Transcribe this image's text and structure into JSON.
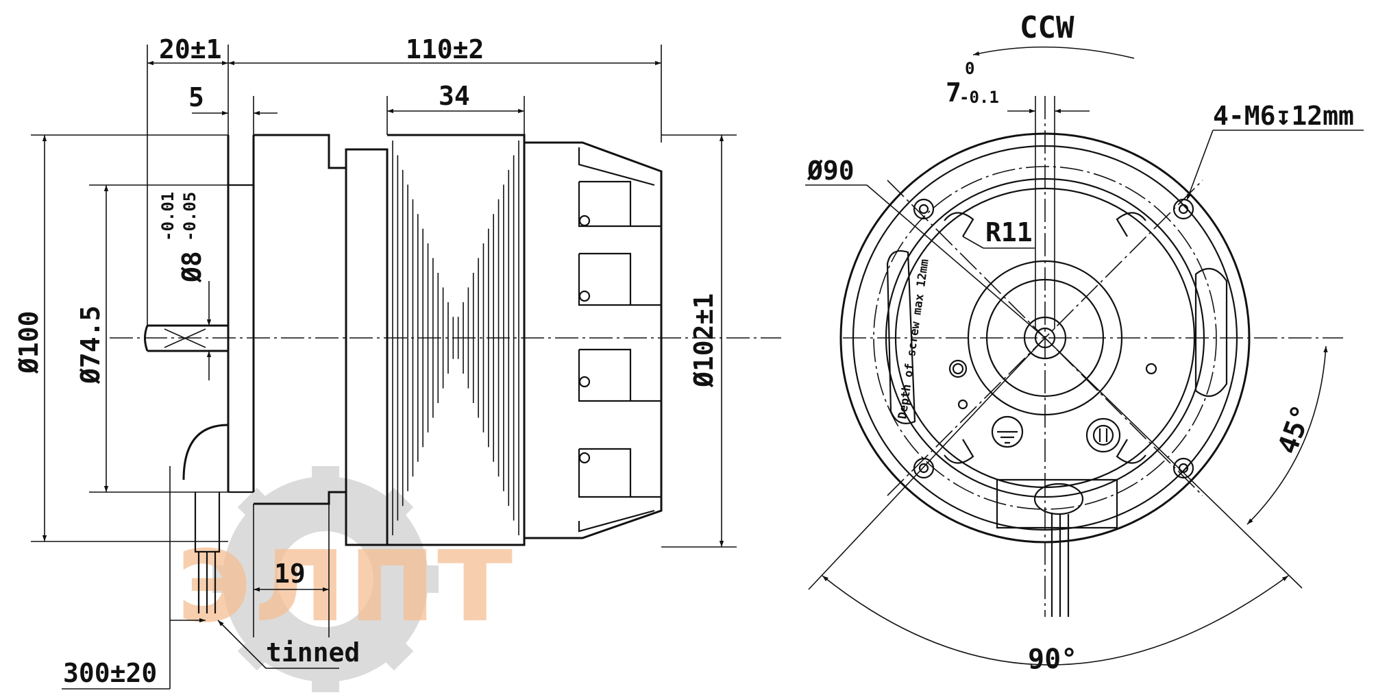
{
  "side_view": {
    "dims": {
      "shaft_len": "20±1",
      "overall_len": "110±2",
      "hub_step": "5",
      "fins_len": "34",
      "body_dia": "Ø100",
      "spigot_dia": "Ø74.5",
      "shaft_dia": "Ø8",
      "shaft_tol_upper": "-0.01",
      "shaft_tol_lower": "-0.05",
      "rotor_dia": "Ø102±1",
      "lead_exit": "19",
      "lead_length": "300±20",
      "lead_note": "tinned"
    }
  },
  "front_view": {
    "rotation": "CCW",
    "flat_width": "7",
    "flat_tol_upper": "0",
    "flat_tol_lower": "-0.1",
    "bolt_circle": "Ø90",
    "thread_note": "4-M6↧12mm",
    "corner_radius": "R11",
    "screw_note": "Depth of screw max 12mm",
    "angle_small": "45°",
    "angle_large": "90°"
  },
  "watermark": {
    "text": "элпт",
    "gear_color": "#d8d8d8",
    "accent_color": "#f5b889"
  }
}
